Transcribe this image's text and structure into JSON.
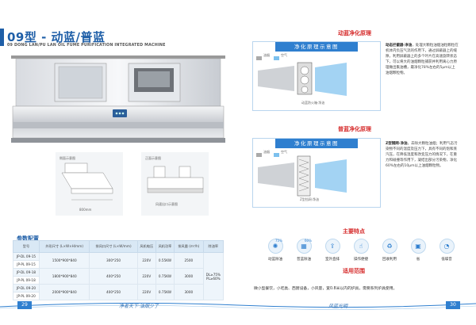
{
  "left": {
    "title": "09型 - 动蓝/普蓝",
    "subtitle": "09 DONG LAN/PU LAN OIL FUME PURIFICATION INTEGRATED MACHINE",
    "front_view_label": "侧面示意图",
    "top_view_label": "正面示意图",
    "dim_label_1": "800mm",
    "dim_label_2": "风速出口示意图",
    "params_title": "参数配置",
    "table": {
      "headers": [
        "型号",
        "外形尺寸\n(L×W×H/mm)",
        "排风口尺寸\n(L×W/mm)",
        "风机电压",
        "风机功率",
        "排风量\n(m³/h)",
        "除油率"
      ],
      "rows": [
        [
          "JP-DL 09-15",
          "1500*900*840",
          "300*250",
          "220V",
          "0.55KW",
          "2500"
        ],
        [
          "JP-PL 09-15",
          "",
          "",
          "",
          "",
          ""
        ],
        [
          "JP-DL 09-18",
          "1800*900*840",
          "400*250",
          "220V",
          "0.75KW",
          "3000"
        ],
        [
          "JP-PL 09-18",
          "",
          "",
          "",
          "",
          ""
        ],
        [
          "JP-DL 09-20",
          "2000*900*840",
          "400*250",
          "220V",
          "0.75KW",
          "3000"
        ],
        [
          "JP-PL 09-20",
          "",
          "",
          "",
          "",
          ""
        ]
      ],
      "removal_rate": [
        "DL≥75%",
        "PL≥60%"
      ]
    },
    "page_number": "29",
    "footer_slogan": "净者天下·油烟少了"
  },
  "right": {
    "sec1_title": "动蓝净化原理",
    "sec1_head": "净化原理示意图",
    "sec1_legend_fume": "油烟",
    "sec1_legend_air": "空气",
    "sec1_caption": "动蓝防火箱·净油",
    "sec1_desc_bold": "动态拦截器·净油",
    "sec1_desc": "，处理大颗粒油烟油粒颗粒在机体内负压气流的作用下，通过屏蔽器上的缝隙，利用屏蔽器上的多个叶片在高速旋转状态下，可以将大的油烟颗粒捕获并利用离心力原理做出集油槽，最净化78%左右的5μm以上油烟颗粒物。",
    "sec2_title": "普蓝净化原理",
    "sec2_head": "净化原理示意图",
    "sec2_legend_fume": "油烟",
    "sec2_legend_air": "空气",
    "sec2_caption": "Z型挡网·净油",
    "sec2_desc_bold": "Z型钢网·净油",
    "sec2_desc": "，去除大颗粒油烟；利用气态污染物不同的温度及压力下，具有不同的饱和蒸汽压，在降低温度和改变压力的情况下，在重力和碰撞等作用下，凝结出部分污染物，净化60%左右的10μm以上油烟颗粒物。",
    "features_title": "主要特点",
    "features": [
      {
        "label": "动蓝除油",
        "pct": "75%",
        "icon": "fan-icon"
      },
      {
        "label": "普蓝除油",
        "pct": "60%",
        "icon": "filter-icon"
      },
      {
        "label": "室外直排",
        "pct": "",
        "icon": "outlet-icon"
      },
      {
        "label": "操作便捷",
        "pct": "",
        "icon": "hand-icon"
      },
      {
        "label": "回收利用",
        "pct": "",
        "icon": "recycle-icon"
      },
      {
        "label": "省",
        "pct": "",
        "icon": "wallet-icon"
      },
      {
        "label": "低噪音",
        "pct": "",
        "icon": "mute-icon"
      }
    ],
    "scope_title": "适用范围",
    "scope_text": "微小型餐饮，小吃类、西厨设备，小风量，宽0.8米以内的炉具，需要系列炉具使用。",
    "page_number": "30",
    "footer_slogan": "风蓝光明"
  },
  "colors": {
    "brand_blue": "#1f5fa8",
    "accent_red": "#d62d2d",
    "header_blue": "#2f7fcf"
  }
}
